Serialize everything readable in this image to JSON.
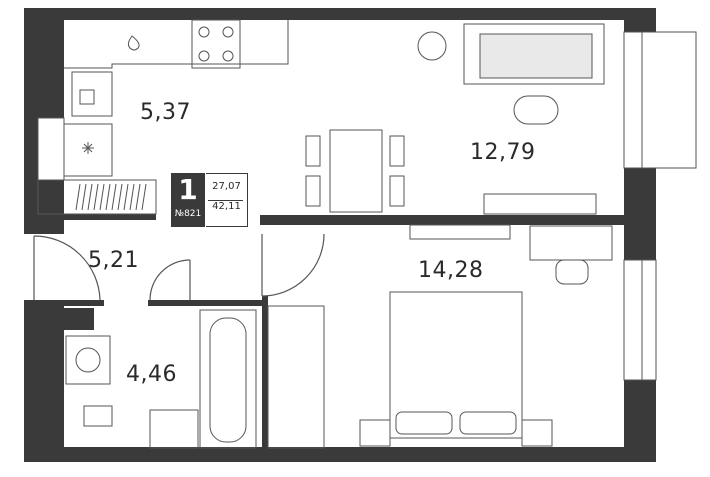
{
  "rooms": {
    "kitchen": "5,37",
    "living": "12,79",
    "hall": "5,21",
    "bath": "4,46",
    "bedroom": "14,28"
  },
  "apartment": {
    "rooms_count": "1",
    "number": "№821",
    "area_living": "27,07",
    "area_total": "42,11"
  },
  "colors": {
    "wall": "#3a3a3a",
    "furniture_line": "#555555",
    "background": "#ffffff"
  }
}
